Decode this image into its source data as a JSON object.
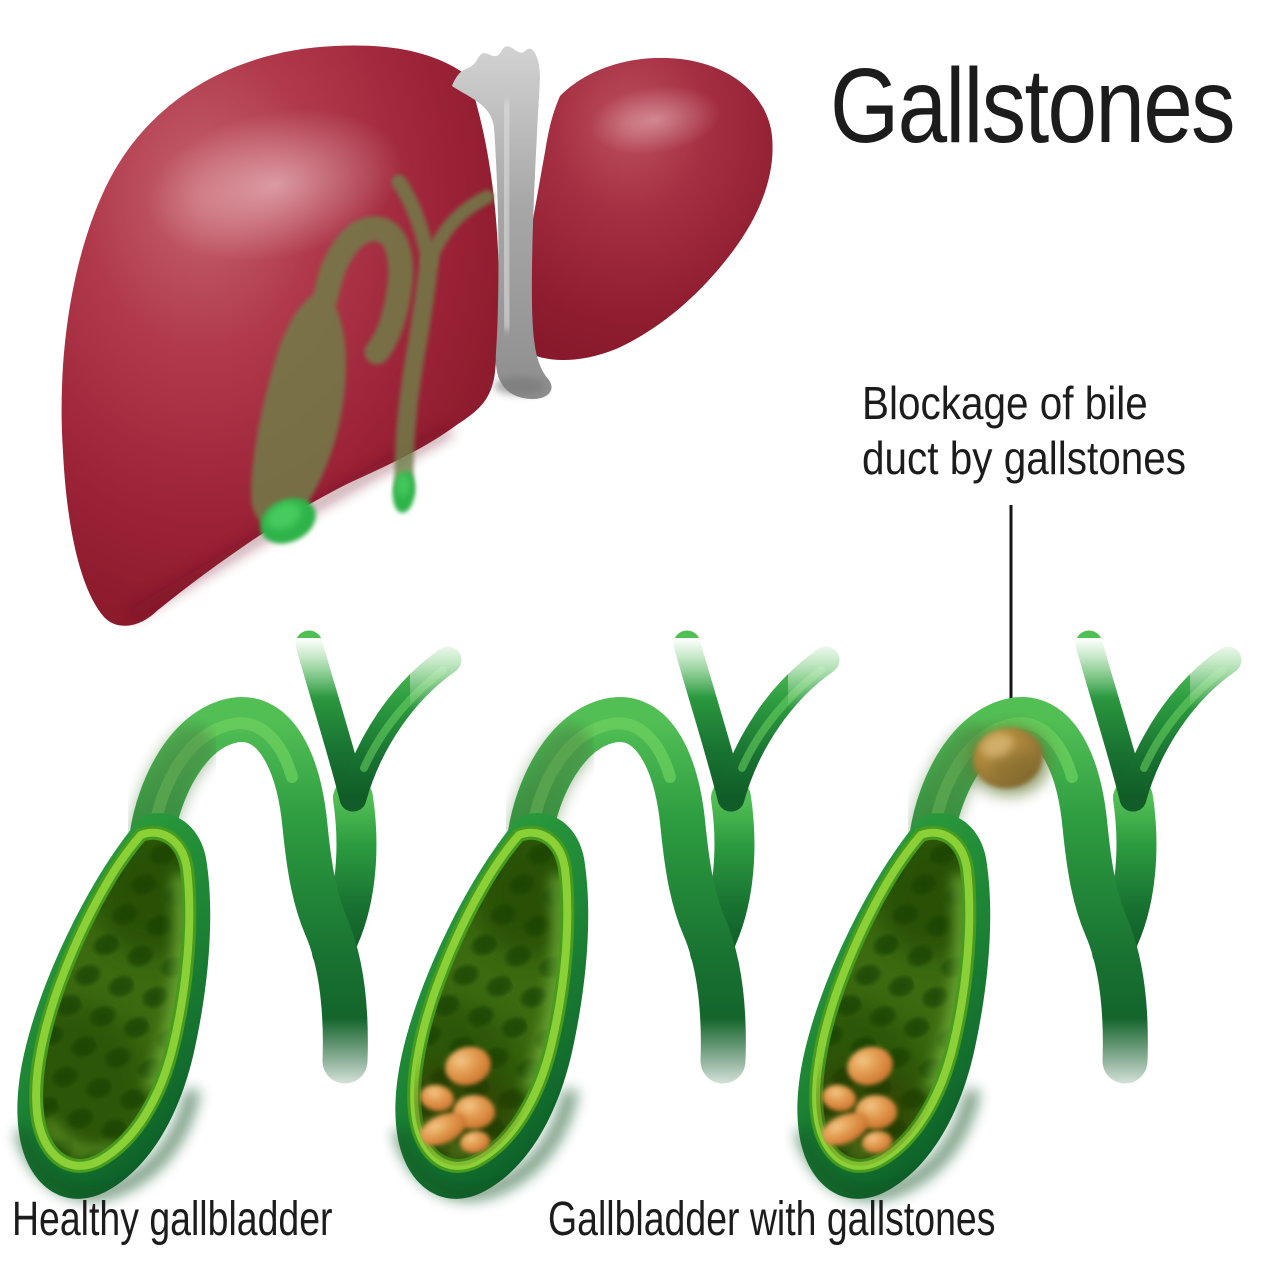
{
  "figure": {
    "type": "medical-illustration",
    "title": "Gallstones",
    "annotation": {
      "lines": [
        "Blockage of bile",
        "duct by gallstones"
      ]
    },
    "captions": {
      "healthy": "Healthy gallbladder",
      "with_stones": "Gallbladder with gallstones"
    },
    "panels": [
      {
        "caption": "Healthy gallbladder",
        "gallstones_in_sac": 0,
        "bile_duct_blocked": false
      },
      {
        "caption": "Gallbladder with gallstones",
        "gallstones_in_sac": 5,
        "bile_duct_blocked": false
      },
      {
        "caption": "Gallbladder with gallstones",
        "gallstones_in_sac": 5,
        "bile_duct_blocked": true
      }
    ]
  },
  "palette": {
    "background": "#ffffff",
    "text_color": "#1c1c1c",
    "pointer_line": "#151515",
    "liver_red": "#a02438",
    "liver_highlight": "#c5626e",
    "liver_dark": "#851829",
    "ligament_gray": "#a7a7a7",
    "bile_duct_green": "#27963c",
    "bile_duct_green_light": "#52bf55",
    "bile_duct_green_dark": "#115c28",
    "gallbladder_rim_green": "#8bd037",
    "gallbladder_interior_olive": "#3c6a10",
    "gallbladder_cell_dark": "#234f08",
    "gallstone_orange": "#d6823a",
    "gallstone_highlight": "#f2c688",
    "blocking_stone_tan": "#b08a3c"
  }
}
